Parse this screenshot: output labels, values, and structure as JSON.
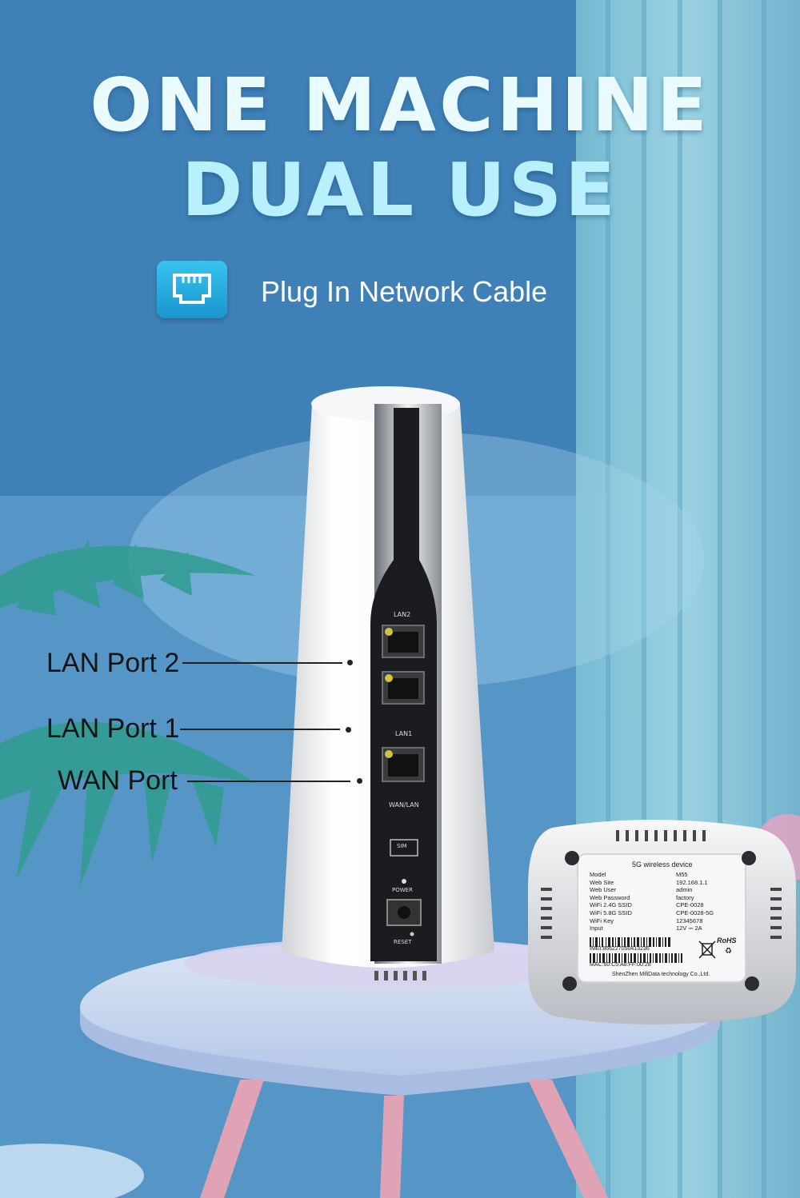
{
  "headline": {
    "line1": "ONE MACHINE",
    "line2": "DUAL USE"
  },
  "feature": {
    "icon": "ethernet-port-icon",
    "text": "Plug In Network Cable"
  },
  "port_labels": [
    "LAN Port 2",
    "LAN Port 1",
    "WAN Port"
  ],
  "router_panel": {
    "top_label": "LAN2",
    "mid_label": "LAN1",
    "bottom_label": "WAN/LAN",
    "sim_label": "SIM",
    "power_label": "POWER",
    "reset_label": "RESET"
  },
  "device_label": {
    "heading": "5G wireless device",
    "rows": [
      {
        "key": "Model",
        "value": "M55"
      },
      {
        "key": "Web Site",
        "value": "192.168.1.1"
      },
      {
        "key": "Web User",
        "value": "admin"
      },
      {
        "key": "Web Password",
        "value": "factory"
      },
      {
        "key": "WiFi 2.4G SSID",
        "value": "CPE-0028"
      },
      {
        "key": "WiFi 5.8G SSID",
        "value": "CPE-0028-5G"
      },
      {
        "key": "WiFi Key",
        "value": "12345678"
      },
      {
        "key": "Input",
        "value": "12V ⎓ 2A"
      }
    ],
    "imei": "IMEI:866227050413236",
    "mac": "MAC:60:C5:A8:FF:00:28",
    "rohs": "RoHS",
    "maker": "ShenZhen MifiData technology Co.,Ltd."
  }
}
